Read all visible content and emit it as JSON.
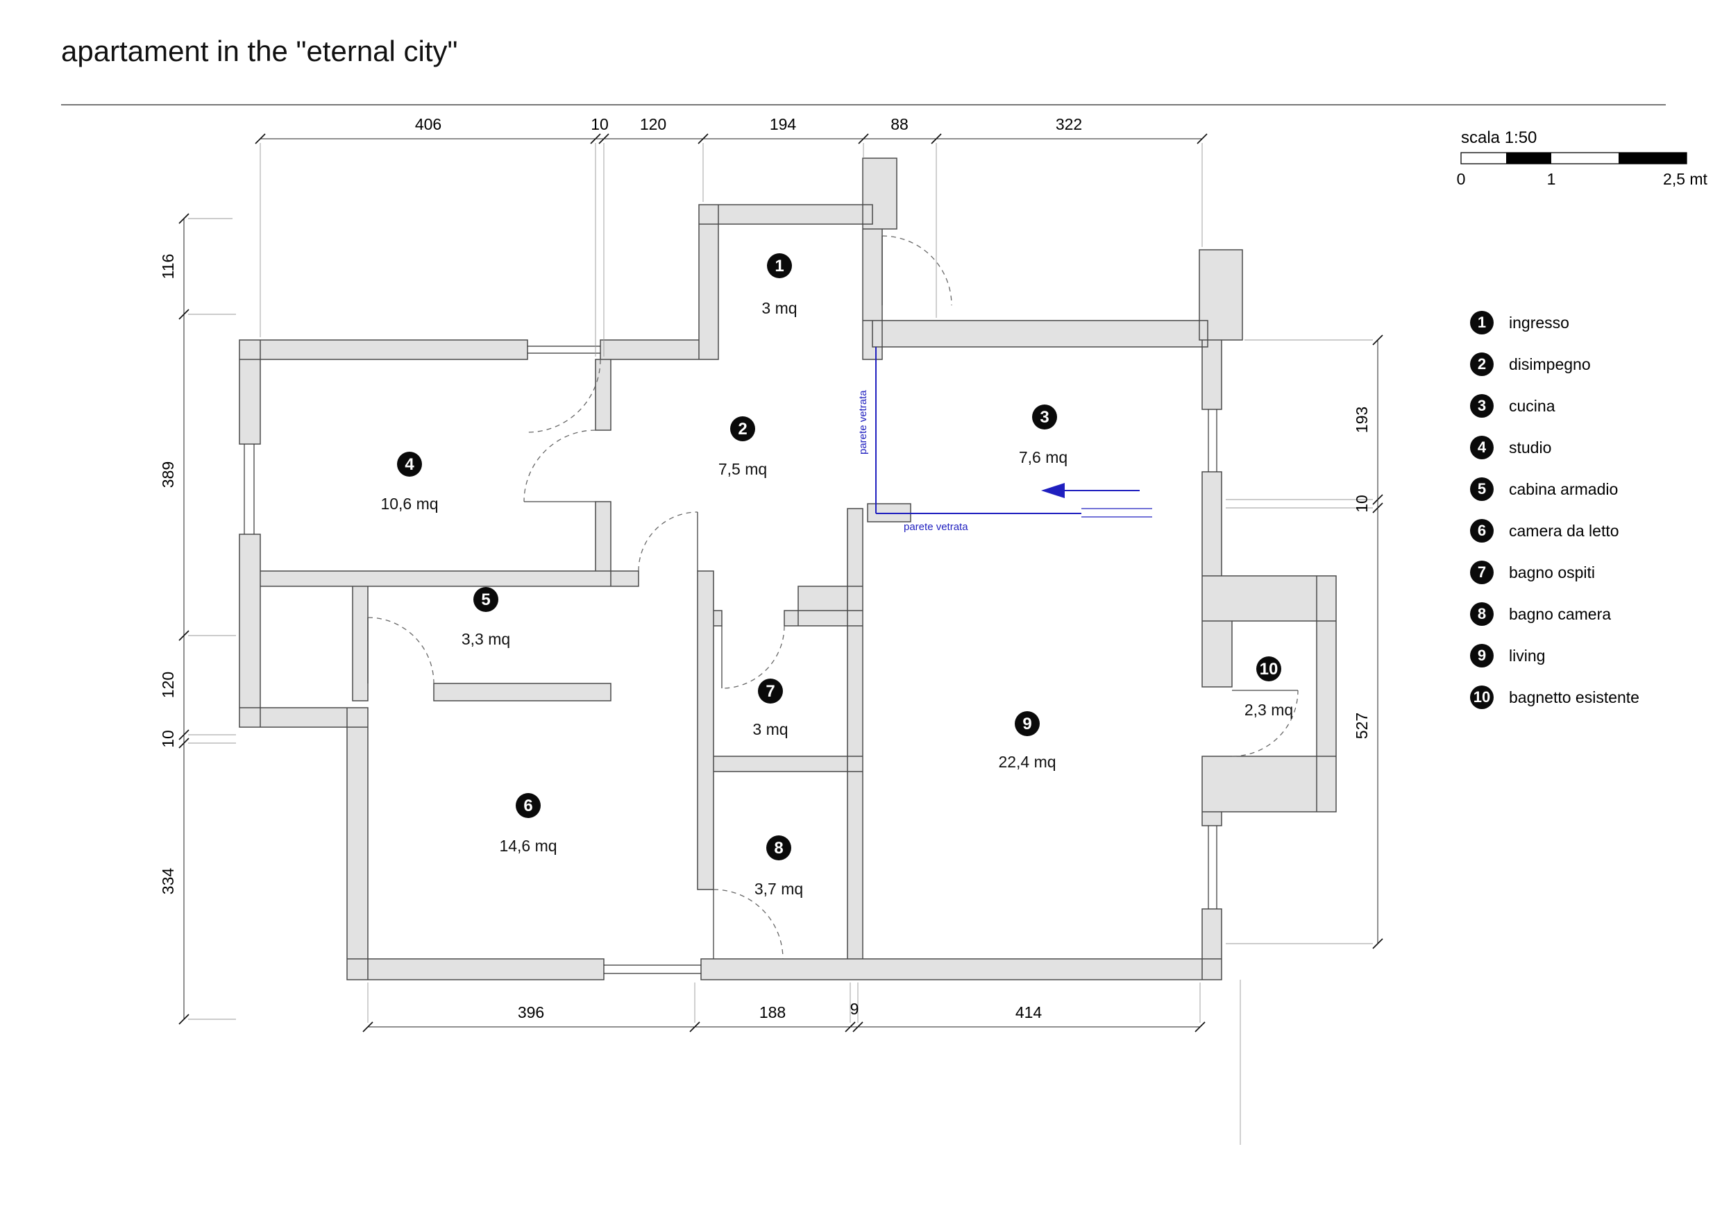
{
  "title": "apartament in the \"eternal city\"",
  "scale_bar": {
    "label": "scala 1:50",
    "ticks": [
      "0",
      "1",
      "2,5 mt"
    ]
  },
  "legend": {
    "items": [
      {
        "num": "1",
        "label": "ingresso"
      },
      {
        "num": "2",
        "label": "disimpegno"
      },
      {
        "num": "3",
        "label": "cucina"
      },
      {
        "num": "4",
        "label": "studio"
      },
      {
        "num": "5",
        "label": "cabina armadio"
      },
      {
        "num": "6",
        "label": "camera da letto"
      },
      {
        "num": "7",
        "label": "bagno ospiti"
      },
      {
        "num": "8",
        "label": "bagno camera"
      },
      {
        "num": "9",
        "label": "living"
      },
      {
        "num": "10",
        "label": "bagnetto esistente"
      }
    ]
  },
  "rooms": [
    {
      "num": "1",
      "area": "3 mq"
    },
    {
      "num": "2",
      "area": "7,5 mq"
    },
    {
      "num": "3",
      "area": "7,6 mq"
    },
    {
      "num": "4",
      "area": "10,6 mq"
    },
    {
      "num": "5",
      "area": "3,3 mq"
    },
    {
      "num": "6",
      "area": "14,6 mq"
    },
    {
      "num": "7",
      "area": "3 mq"
    },
    {
      "num": "8",
      "area": "3,7 mq"
    },
    {
      "num": "9",
      "area": "22,4 mq"
    },
    {
      "num": "10",
      "area": "2,3 mq"
    }
  ],
  "annotations": {
    "glass_wall_vertical": "parete vetrata",
    "glass_wall_horizontal": "parete vetrata"
  },
  "dimensions": {
    "top": [
      "406",
      "10",
      "120",
      "194",
      "88",
      "322"
    ],
    "left": [
      "116",
      "389",
      "120",
      "10",
      "334"
    ],
    "bottom": [
      "396",
      "188",
      "9",
      "414"
    ],
    "right": [
      "193",
      "10",
      "527"
    ]
  },
  "colors": {
    "wall_fill": "#e2e2e2",
    "wall_stroke": "#4a4a4a",
    "glass_blue": "#1f1fbf",
    "marker_black": "#0a0a0a"
  }
}
